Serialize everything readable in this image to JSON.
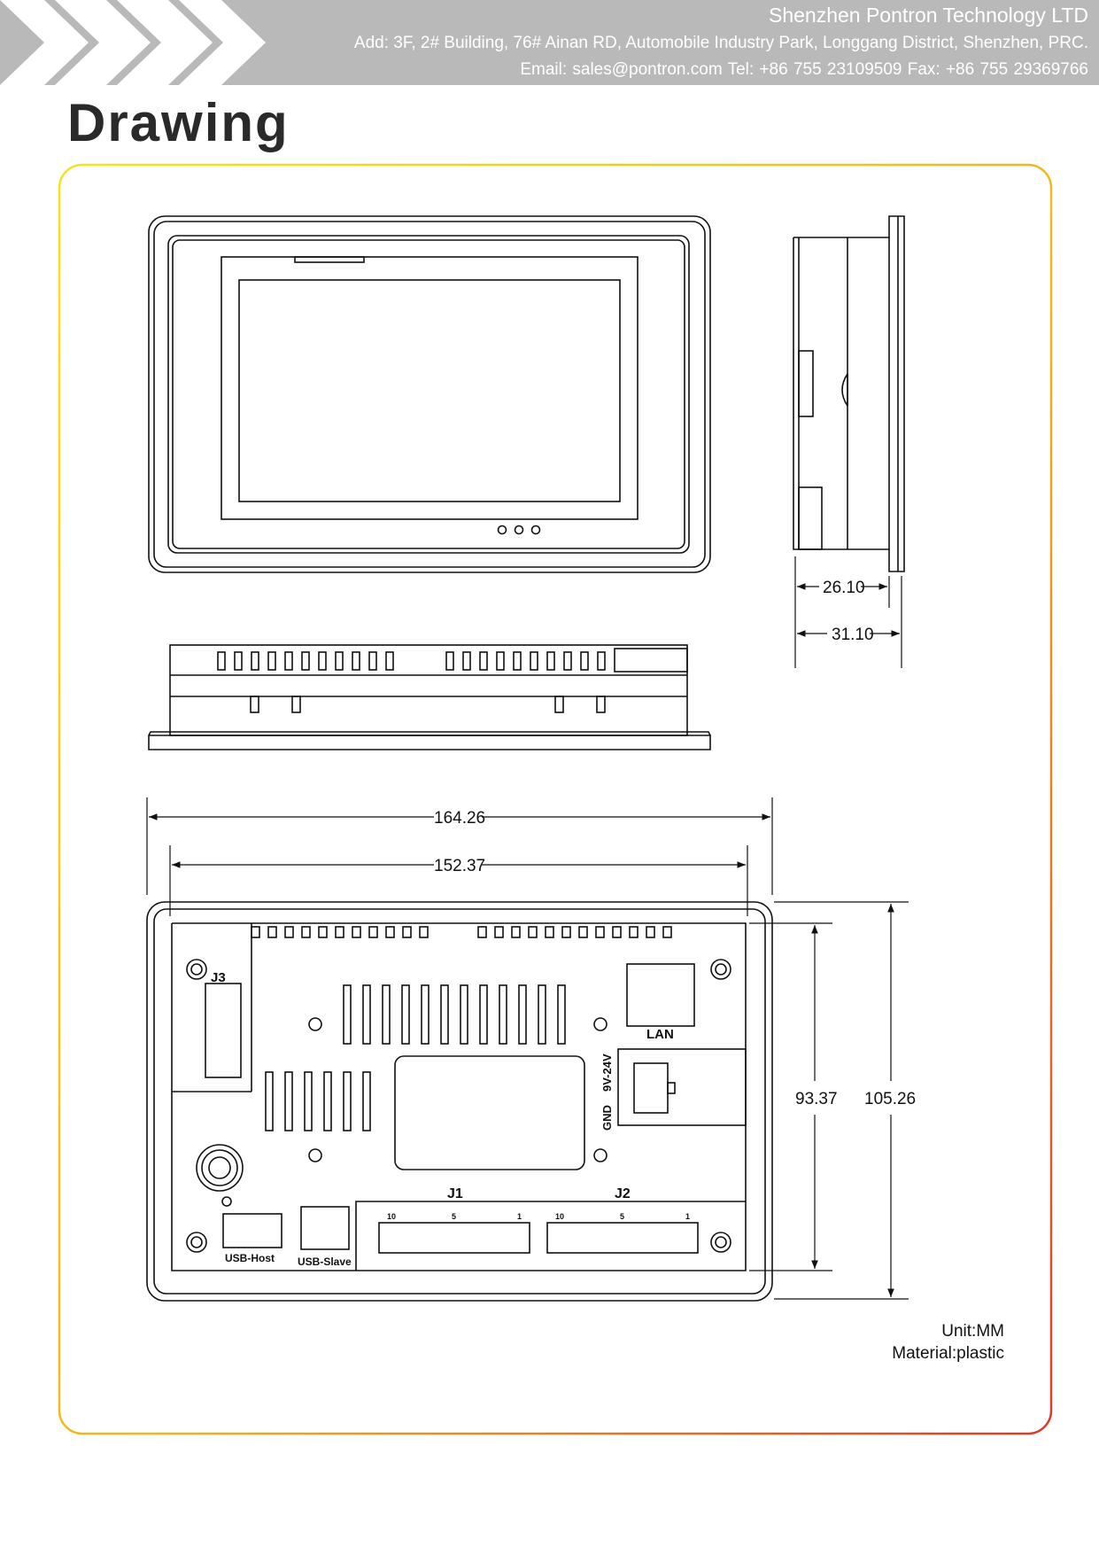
{
  "header": {
    "company": "Shenzhen Pontron Technology LTD",
    "address": "Add: 3F, 2# Building, 76# Ainan RD, Automobile Industry Park, Longgang District, Shenzhen, PRC.",
    "contact": "Email: sales@pontron.com   Tel: +86 755 23109509    Fax: +86 755 29369766"
  },
  "page_title": "Drawing",
  "dimensions": {
    "depth_inner": "26.10",
    "depth_total": "31.10",
    "width_total": "164.26",
    "width_cutout": "152.37",
    "height_cutout": "93.37",
    "height_total": "105.26"
  },
  "labels": {
    "j3": "J3",
    "lan": "LAN",
    "power_v": "9V-24V",
    "gnd": "GND",
    "j1": "J1",
    "j2": "J2",
    "usb_host": "USB-Host",
    "usb_slave": "USB-Slave",
    "pin_10": "10",
    "pin_5": "5",
    "pin_1": "1"
  },
  "notes": {
    "unit": "Unit:MM",
    "material": "Material:plastic"
  },
  "colors": {
    "header_band": "#b9b9b9",
    "frame_top": "#f2e51c",
    "frame_bottom_right": "#d83a2a"
  }
}
